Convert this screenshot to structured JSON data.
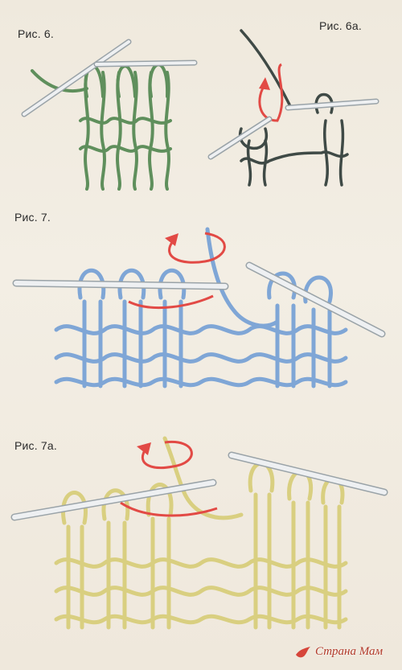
{
  "captions": {
    "fig6": "Рис. 6.",
    "fig6a": "Рис. 6а.",
    "fig7": "Рис. 7.",
    "fig7a": "Рис. 7а."
  },
  "watermark": "Страна Мам",
  "colors": {
    "fig6_yarn": "#5f8f5c",
    "fig6a_yarn": "#3f4a46",
    "fig7_yarn": "#7fa6d6",
    "fig7a_yarn": "#d9cf80",
    "arrow": "#e24a45",
    "needle": "#eef0f2",
    "background": "#f1ece2"
  },
  "icons": {
    "watermark_logo": "dove-icon"
  }
}
